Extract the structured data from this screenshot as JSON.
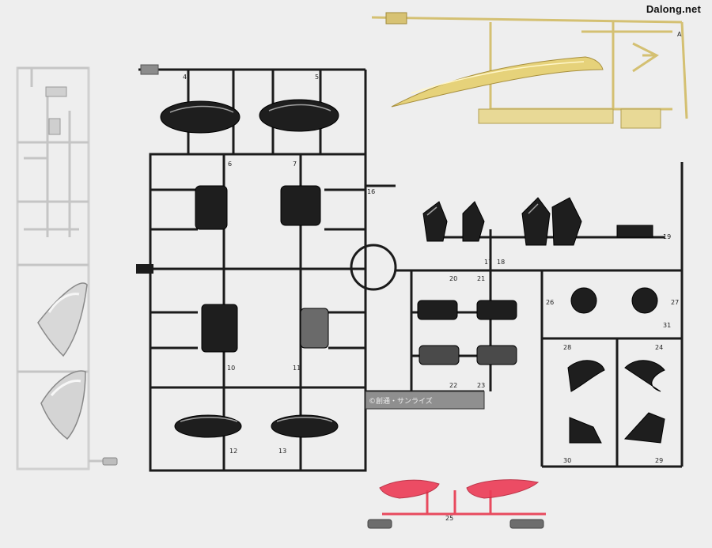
{
  "watermark": "Dalong.net",
  "logo_text": "©創通・サンライズ",
  "part_numbers": {
    "n4": "4",
    "n5": "5",
    "n6": "6",
    "n7": "7",
    "n10": "10",
    "n11": "11",
    "n12": "12",
    "n13": "13",
    "n16": "16",
    "n17": "17",
    "n18": "18",
    "n19": "19",
    "n20": "20",
    "n21": "21",
    "n22": "22",
    "n23": "23",
    "n24": "24",
    "n25": "25",
    "n26": "26",
    "n27": "27",
    "n28": "28",
    "n29": "29",
    "n30": "30",
    "n31": "31",
    "nA": "A"
  },
  "colors": {
    "background": "#eeeeee",
    "black_runner": "#1b1b1b",
    "chrome_runner": "#c9c9c9",
    "gold_runner": "#d9c77a",
    "red_runner": "#e83b4f",
    "grey_cap": "#6d6d6d"
  }
}
